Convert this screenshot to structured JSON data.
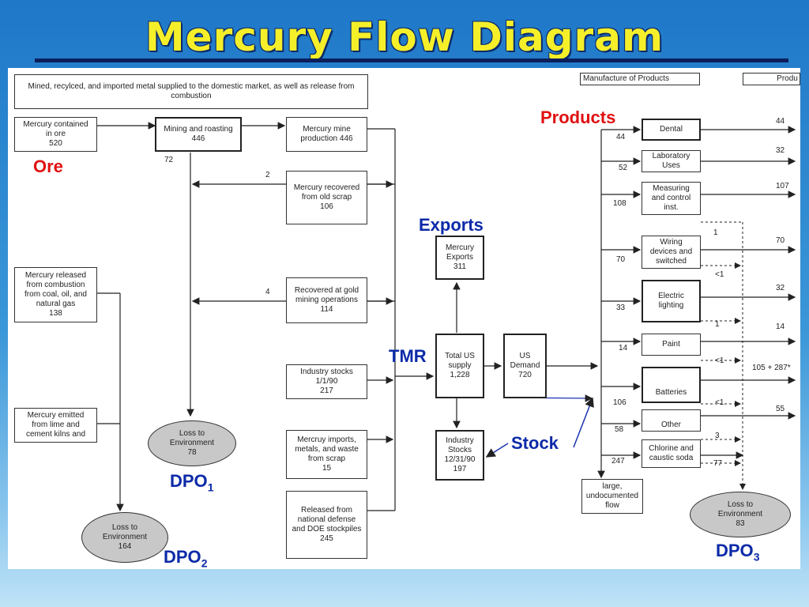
{
  "title": "Mercury Flow Diagram",
  "header_box": "Mined, recylced, and imported metal supplied to the domestic market, as well as release from combustion",
  "manufacture_label": "Manufacture of Products",
  "produ_label": "Produ",
  "nodes": {
    "ore": "Mercury contained\nin ore\n520",
    "mining": "Mining and roasting\n446",
    "mine_prod": "Mercury mine\nproduction        446",
    "old_scrap": "Mercury recovered\nfrom old scrap\n106",
    "combustion": "Mercury released\nfrom combustion\nfrom coal, oil, and\nnatural gas\n138",
    "gold": "Recovered at gold\nmining operations\n114",
    "industry_stocks": "Industry stocks\n1/1/90\n217",
    "kilns": "Mercury emitted\nfrom lime and\ncement kilns and",
    "imports": "Mercruy imports,\nmetals, and waste\nfrom scrap\n15",
    "defense": "Released from\nnational defense\nand DOE stockpiles\n245",
    "exports": "Mercury\nExports\n311",
    "total_supply": "Total US\nsupply\n1,228",
    "us_demand": "US\nDemand\n720",
    "industry_stocks_end": "Industry\nStocks\n12/31/90\n197",
    "loss1": "Loss to\nEnvironment\n78",
    "loss2": "Loss to\nEnvironment\n164",
    "loss3": "Loss to\nEnvironment\n83",
    "large_flow": "large,\nundocumented\nflow"
  },
  "products": [
    {
      "name": "Dental",
      "in": "44",
      "out": "44"
    },
    {
      "name": "Laboratory\nUses",
      "in": "52",
      "out": "32"
    },
    {
      "name": "Measuring\nand control\ninst.",
      "in": "108",
      "out": "107"
    },
    {
      "name": "Wiring\ndevices and\nswitched",
      "in": "70",
      "out": "70"
    },
    {
      "name": "Electric\nlighting",
      "in": "33",
      "out": "32"
    },
    {
      "name": "Paint",
      "in": "14",
      "out": "14"
    },
    {
      "name": "Batteries",
      "in": "106",
      "out": "105 + 287*"
    },
    {
      "name": "Other",
      "in": "58",
      "out": "55"
    },
    {
      "name": "Chlorine and\ncaustic soda",
      "in": "247",
      "out": "77"
    }
  ],
  "side_values": {
    "v1": "1",
    "v2": "<1",
    "v3": "1",
    "v4": "<1",
    "v5": "<1",
    "v6": "3"
  },
  "flow_values": {
    "ore_loss": "72",
    "scrap_left": "2",
    "gold_left": "4"
  },
  "labels": {
    "ore": "Ore",
    "products": "Products",
    "exports": "Exports",
    "tmr": "TMR",
    "stock": "Stock",
    "dpo1": "DPO",
    "dpo1_sub": "1",
    "dpo2": "DPO",
    "dpo2_sub": "2",
    "dpo3": "DPO",
    "dpo3_sub": "3"
  }
}
